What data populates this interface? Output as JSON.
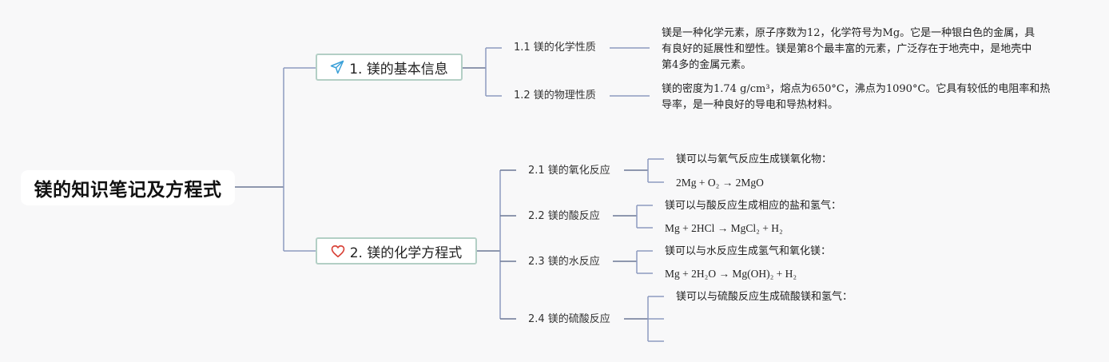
{
  "root": {
    "title": "镁的知识笔记及方程式"
  },
  "branches": [
    {
      "label": "1. 镁的基本信息",
      "icon": "paper-plane-icon",
      "icon_color": "#3aa0d8",
      "children": [
        {
          "label": "1.1 镁的化学性质",
          "lines": [
            "镁是一种化学元素，原子序数为12，化学符号为Mg。它是一种银白色的金属，具",
            "有良好的延展性和塑性。镁是第8个最丰富的元素，广泛存在于地壳中，是地壳中",
            "第4多的金属元素。"
          ]
        },
        {
          "label": "1.2 镁的物理性质",
          "lines": [
            "镁的密度为1.74 g/cm³，熔点为650°C，沸点为1090°C。它具有较低的电阻率和热",
            "导率，是一种良好的导电和导热材料。"
          ]
        }
      ]
    },
    {
      "label": "2. 镁的化学方程式",
      "icon": "heart-icon",
      "icon_color": "#d9443a",
      "children": [
        {
          "label": "2.1 镁的氧化反应",
          "desc": "镁可以与氧气反应生成镁氧化物：",
          "equation": "2Mg + O₂ → 2MgO"
        },
        {
          "label": "2.2 镁的酸反应",
          "desc": "镁可以与酸反应生成相应的盐和氢气：",
          "equation": "Mg + 2HCl → MgCl₂ + H₂"
        },
        {
          "label": "2.3 镁的水反应",
          "desc": "镁可以与水反应生成氢气和氧化镁：",
          "equation": "Mg + 2H₂O → Mg(OH)₂ + H₂"
        },
        {
          "label": "2.4 镁的硫酸反应",
          "desc": "镁可以与硫酸反应生成硫酸镁和氢气：",
          "equation": ""
        }
      ]
    }
  ],
  "colors": {
    "background": "#f8f8f9",
    "connector": "#8e9bbf",
    "connector_dark": "#6b7796",
    "node_border": "#b3cfc5"
  }
}
